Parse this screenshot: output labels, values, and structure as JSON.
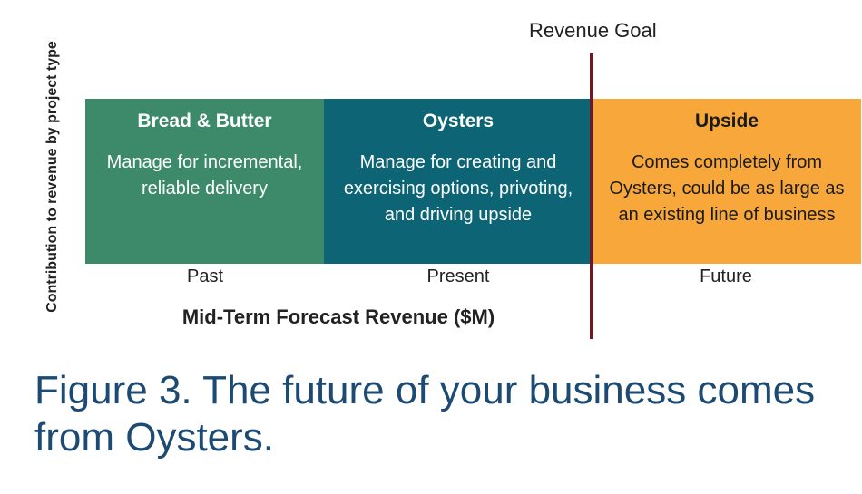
{
  "y_axis_label": "Contribution to revenue by project type",
  "x_axis_label": "Mid-Term Forecast Revenue ($M)",
  "goal_label": "Revenue Goal",
  "colors": {
    "bread_butter": "#3d8a6b",
    "oysters": "#0c6475",
    "upside": "#f8a83a",
    "goal_line": "#6e1a25",
    "caption": "#1c4a73"
  },
  "boxes": [
    {
      "title": "Bread & Butter",
      "description": "Manage for incremental, reliable delivery"
    },
    {
      "title": "Oysters",
      "description": "Manage for creating and exercising options, privoting, and driving upside"
    },
    {
      "title": "Upside",
      "description": "Comes completely from Oysters, could be as large as an existing line of business"
    }
  ],
  "timeline": [
    "Past",
    "Present",
    "Future"
  ],
  "caption": "Figure 3. The future of your business comes from Oysters."
}
